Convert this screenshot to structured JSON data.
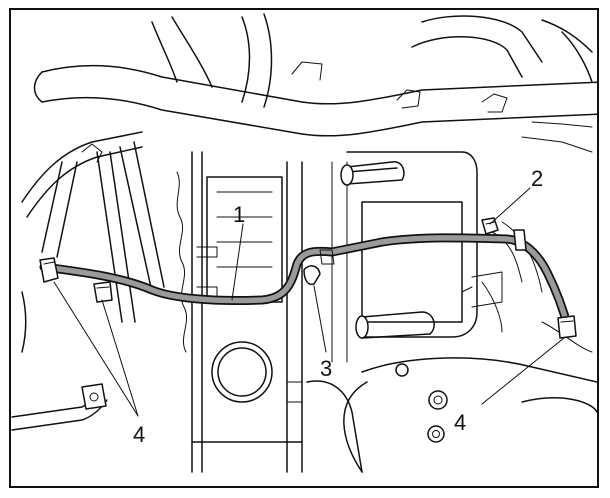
{
  "figure": {
    "callouts": [
      {
        "id": "1",
        "label": "1"
      },
      {
        "id": "2",
        "label": "2"
      },
      {
        "id": "3",
        "label": "3"
      },
      {
        "id": "4a",
        "label": "4"
      },
      {
        "id": "4b",
        "label": "4"
      }
    ]
  },
  "colors": {
    "line": "#111111",
    "hose_fill": "#9a9a9a",
    "background": "#ffffff"
  }
}
